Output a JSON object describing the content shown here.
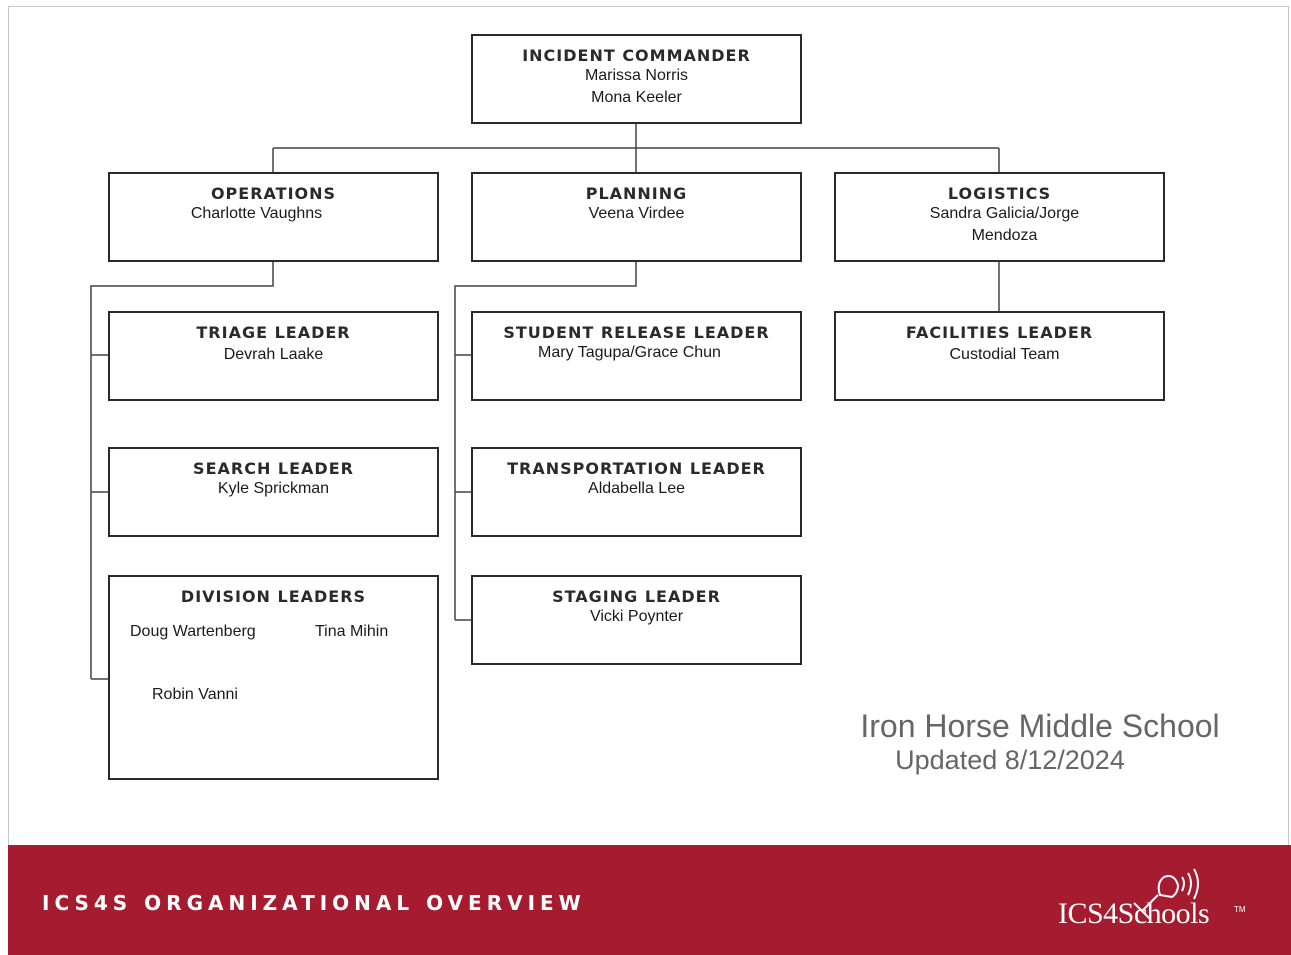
{
  "chart": {
    "incident_commander": {
      "role": "INCIDENT COMMANDER",
      "names": [
        "Marissa Norris",
        "Mona Keeler"
      ]
    },
    "operations": {
      "role": "OPERATIONS",
      "names": [
        "Charlotte Vaughns"
      ]
    },
    "planning": {
      "role": "PLANNING",
      "names": [
        "Veena Virdee"
      ]
    },
    "logistics": {
      "role": "LOGISTICS",
      "names": [
        "Sandra Galicia/Jorge",
        "Mendoza"
      ]
    },
    "triage": {
      "role": "TRIAGE LEADER",
      "names": [
        "Devrah Laake"
      ]
    },
    "search": {
      "role": "SEARCH LEADER",
      "names": [
        "Kyle Sprickman"
      ]
    },
    "division": {
      "role": "DIVISION LEADERS",
      "names": [
        "Doug Wartenberg",
        "Tina Mihin",
        "Robin Vanni"
      ]
    },
    "student_release": {
      "role": "STUDENT RELEASE LEADER",
      "names": [
        "Mary Tagupa/Grace Chun"
      ]
    },
    "transportation": {
      "role": "TRANSPORTATION LEADER",
      "names": [
        "Aldabella Lee"
      ]
    },
    "staging": {
      "role": "STAGING LEADER",
      "names": [
        "Vicki Poynter"
      ]
    },
    "facilities": {
      "role": "FACILITIES LEADER",
      "names": [
        "Custodial Team"
      ]
    }
  },
  "school": {
    "name": "Iron Horse Middle School",
    "updated": "Updated 8/12/2024"
  },
  "footer": {
    "title": "ICS4S ORGANIZATIONAL OVERVIEW",
    "logo_text": "ICS4Schools",
    "logo_tm": "TM",
    "logo_icon": "bell-hammer-icon",
    "bar_color": "#a51c30"
  }
}
